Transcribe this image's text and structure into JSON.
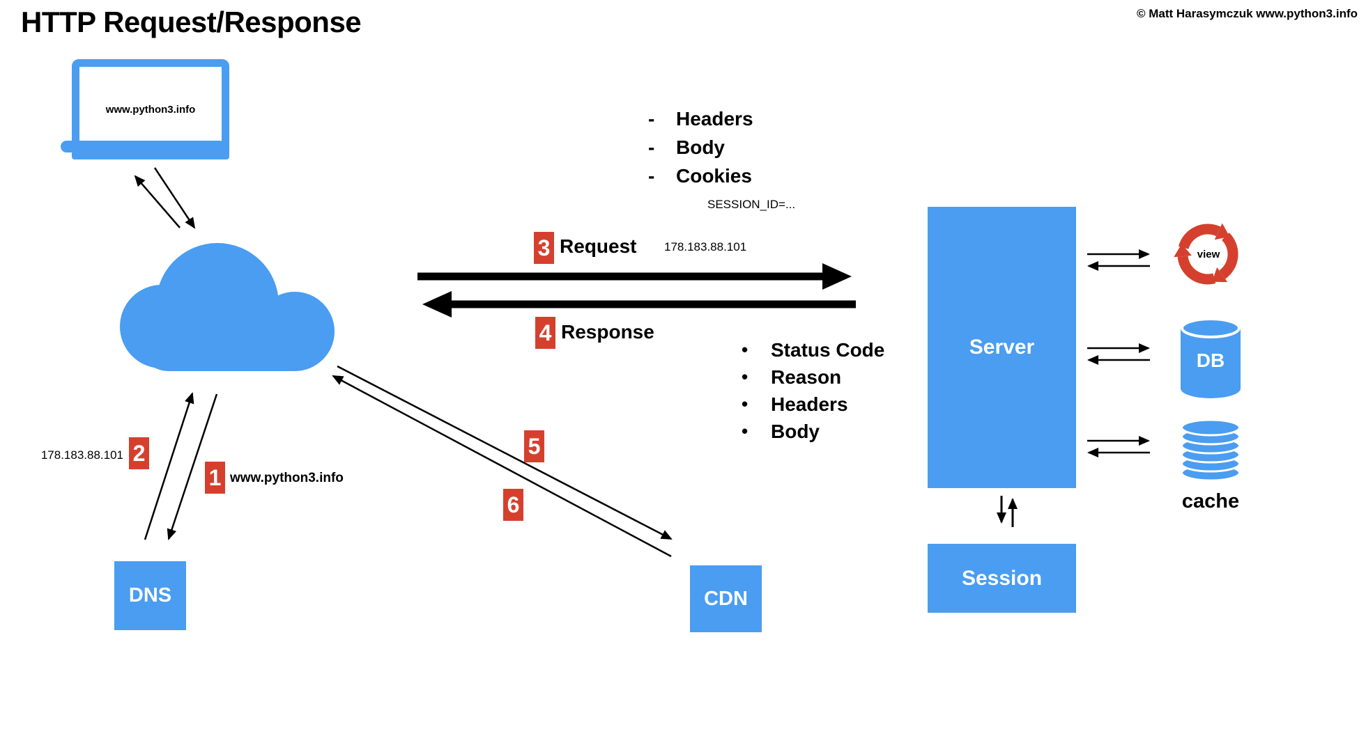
{
  "header": {
    "title": "HTTP Request/Response",
    "copyright": "© Matt Harasymczuk www.python3.info"
  },
  "client": {
    "laptop_label": "www.python3.info"
  },
  "request": {
    "step_badge": "3",
    "label": "Request",
    "ip": "178.183.88.101",
    "bullet": "-",
    "items": [
      "Headers",
      "Body",
      "Cookies"
    ],
    "cookie_note": "SESSION_ID=..."
  },
  "response": {
    "step_badge": "4",
    "label": "Response",
    "bullet": "•",
    "items": [
      "Status Code",
      "Reason",
      "Headers",
      "Body"
    ]
  },
  "dns": {
    "label": "DNS",
    "step1_badge": "1",
    "step1_label": "www.python3.info",
    "step2_badge": "2",
    "step2_label": "178.183.88.101"
  },
  "cdn": {
    "label": "CDN",
    "step5_badge": "5",
    "step6_badge": "6"
  },
  "backend": {
    "server_label": "Server",
    "session_label": "Session",
    "view_label": "view",
    "db_label": "DB",
    "cache_label": "cache"
  },
  "colors": {
    "node_blue": "#4A9DF0",
    "badge_red": "#D5402E"
  }
}
